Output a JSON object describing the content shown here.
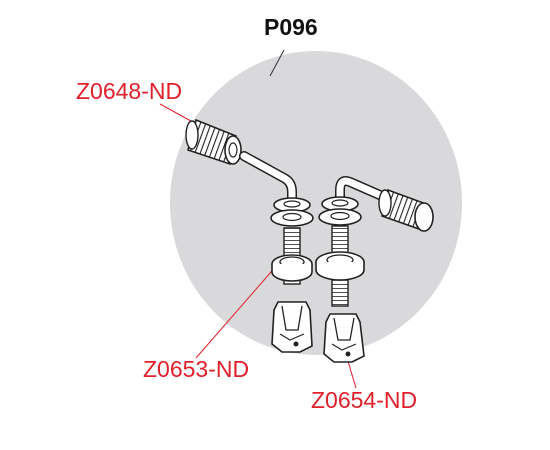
{
  "labels": {
    "assembly": "P096",
    "part_insert_nut": "Z0648-ND",
    "part_left_bolt": "Z0653-ND",
    "part_right_bolt": "Z0654-ND"
  },
  "colors": {
    "backdrop": "#d9d9dc",
    "part_label": "#e0202a",
    "assembly_label": "#111111",
    "outline": "#222222"
  }
}
